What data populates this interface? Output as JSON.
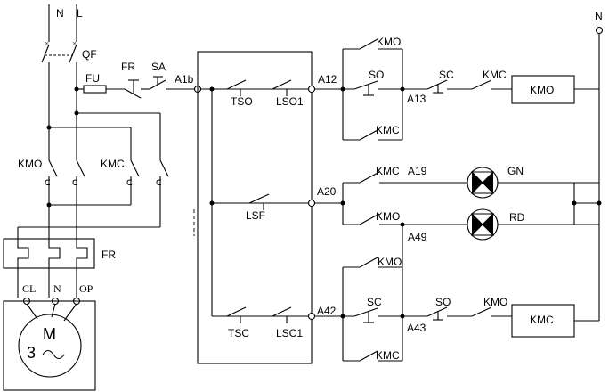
{
  "diagram": {
    "supply": {
      "neutral": "N",
      "line": "L",
      "right_neutral": "N"
    },
    "breaker": "QF",
    "fuse": "FU",
    "overload_contact": "FR",
    "stop_switch": "SA",
    "nodes": {
      "a1b": "A1b",
      "a12": "A12",
      "a13": "A13",
      "a19": "A19",
      "a20": "A20",
      "a42": "A42",
      "a43": "A43",
      "a49": "A49"
    },
    "limit_switches": {
      "tso": "TSO",
      "lso1": "LSO1",
      "lsf": "LSF",
      "tsc": "TSC",
      "lsc1": "LSC1"
    },
    "main_contactors": {
      "open": "KMO",
      "close": "KMC"
    },
    "thermal_relay": "FR",
    "motor": {
      "terminal_cl": "CL",
      "terminal_n": "N",
      "terminal_op": "OP",
      "label": "M",
      "phase": "3"
    },
    "open_circuit": {
      "hold_contact": "KMO",
      "open_button": "SO",
      "close_button": "SC",
      "interlock": "KMC",
      "coil": "KMO",
      "aux_contact": "KMC"
    },
    "lamps": {
      "green_contact": "KMC",
      "green": "GN",
      "red_contact": "KMO",
      "red": "RD"
    },
    "close_circuit": {
      "aux_contact": "KMO",
      "close_button": "SC",
      "open_button": "SO",
      "interlock": "KMO",
      "coil": "KMC",
      "hold_contact": "KMC"
    }
  }
}
